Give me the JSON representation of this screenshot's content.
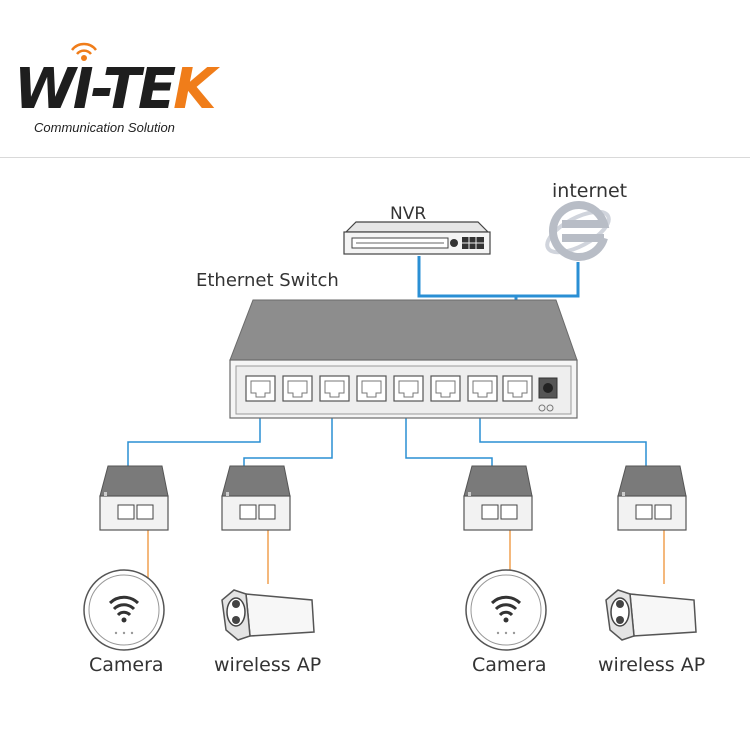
{
  "brand": {
    "name": "WI-TEK",
    "tagline": "Communication Solution",
    "accent_color": "#f07d1a"
  },
  "labels": {
    "nvr": "NVR",
    "internet": "internet",
    "switch": "Ethernet Switch"
  },
  "devices": [
    {
      "label": "Camera",
      "icon": "wifi-puck-icon"
    },
    {
      "label": "wireless AP",
      "icon": "bullet-camera-icon"
    },
    {
      "label": "Camera",
      "icon": "wifi-puck-icon"
    },
    {
      "label": "wireless AP",
      "icon": "bullet-camera-icon"
    }
  ],
  "colors": {
    "link_blue": "#2a8fd4",
    "link_orange": "#f0a050",
    "device_gray": "#6d6d6d"
  },
  "icons": {
    "internet": "internet-explorer-icon",
    "nvr": "nvr-recorder-icon",
    "switch": "ethernet-switch-icon",
    "injector": "poe-injector-icon"
  }
}
